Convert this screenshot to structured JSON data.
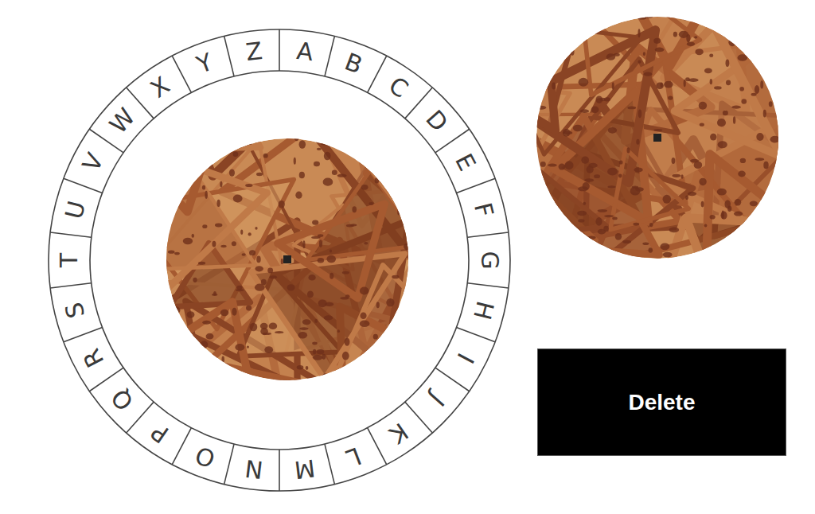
{
  "diagram": {
    "nodes": [
      {
        "text": [
          "Delete"
        ]
      }
    ],
    "labels": [
      "A",
      "B",
      "C",
      "D",
      "E",
      "F",
      "G",
      "H",
      "I",
      "J",
      "K",
      "L",
      "M",
      "N",
      "O",
      "P",
      "Q",
      "R",
      "S",
      "T",
      "U",
      "V",
      "W",
      "X",
      "Y",
      "Z"
    ]
  }
}
